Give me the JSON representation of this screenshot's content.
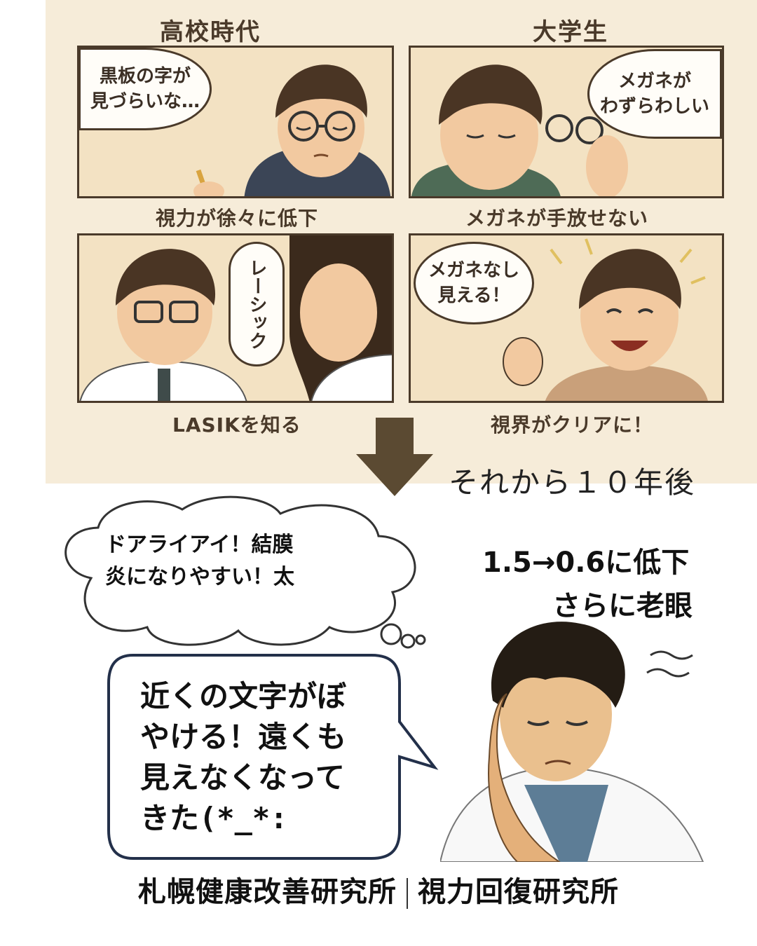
{
  "top": {
    "left_title": "高校時代",
    "right_title": "大学生",
    "panels": [
      {
        "bubble": "黒板の字が\n見づらいな…",
        "caption": "視力が徐々に低下"
      },
      {
        "bubble": "メガネが\nわずらわしい",
        "caption": "メガネが手放せない"
      },
      {
        "bubble": "レーシック",
        "caption": "LASIKを知る"
      },
      {
        "bubble": "メガネなし\n見える！",
        "caption": "視界がクリアに！"
      }
    ]
  },
  "transition": "それから１０年後",
  "thought": "ドアライアイ！結膜\n炎になりやすい！太",
  "speech": "近くの文字がぼ\nやける！遠くも\n見えなくなって\nきた(*_*:",
  "status": {
    "line1": "1.5→0.6に低下",
    "line2": "さらに老眼"
  },
  "footer": {
    "left": "札幌健康改善研究所",
    "right": "視力回復研究所"
  },
  "colors": {
    "ink": "#4a3a2a",
    "panel_bg": "#f3e2c3",
    "page_bg": "#f6ecd9"
  }
}
